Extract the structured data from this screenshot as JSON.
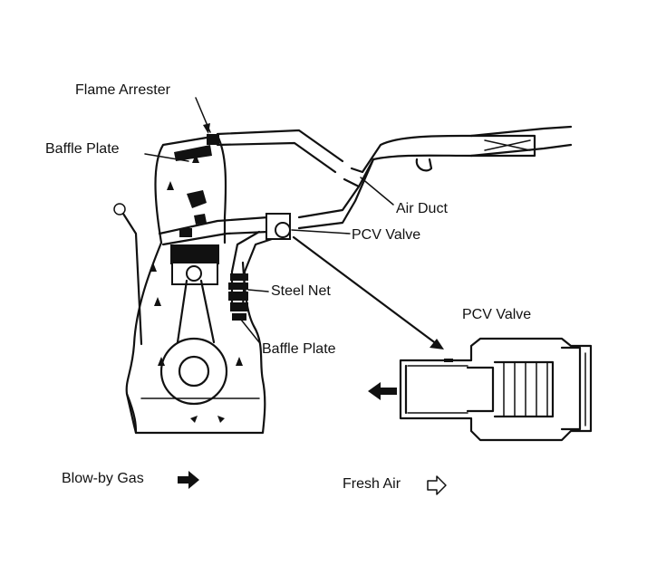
{
  "labels": {
    "flame_arrester": "Flame Arrester",
    "baffle_plate_top": "Baffle Plate",
    "air_duct": "Air Duct",
    "pcv_valve_engine": "PCV Valve",
    "steel_net": "Steel Net",
    "baffle_plate_bottom": "Baffle Plate",
    "pcv_valve_detail": "PCV Valve"
  },
  "legend": {
    "blowby_gas": "Blow-by Gas",
    "fresh_air": "Fresh Air"
  },
  "colors": {
    "ink": "#111111",
    "background": "#ffffff"
  }
}
